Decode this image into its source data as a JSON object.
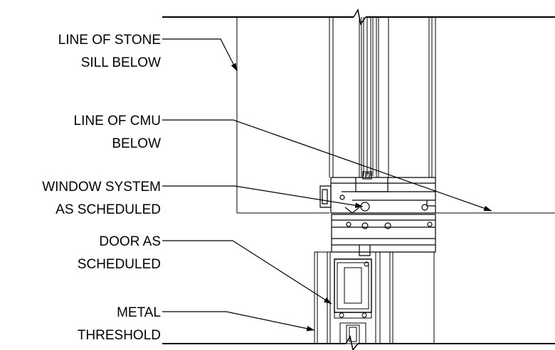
{
  "labels": {
    "stone_sill": [
      "LINE OF STONE",
      "SILL BELOW"
    ],
    "cmu": [
      "LINE OF CMU",
      "BELOW"
    ],
    "window_system": [
      "WINDOW SYSTEM",
      "AS SCHEDULED"
    ],
    "door": [
      "DOOR AS",
      "SCHEDULED"
    ],
    "threshold": [
      "METAL",
      "THRESHOLD"
    ]
  }
}
